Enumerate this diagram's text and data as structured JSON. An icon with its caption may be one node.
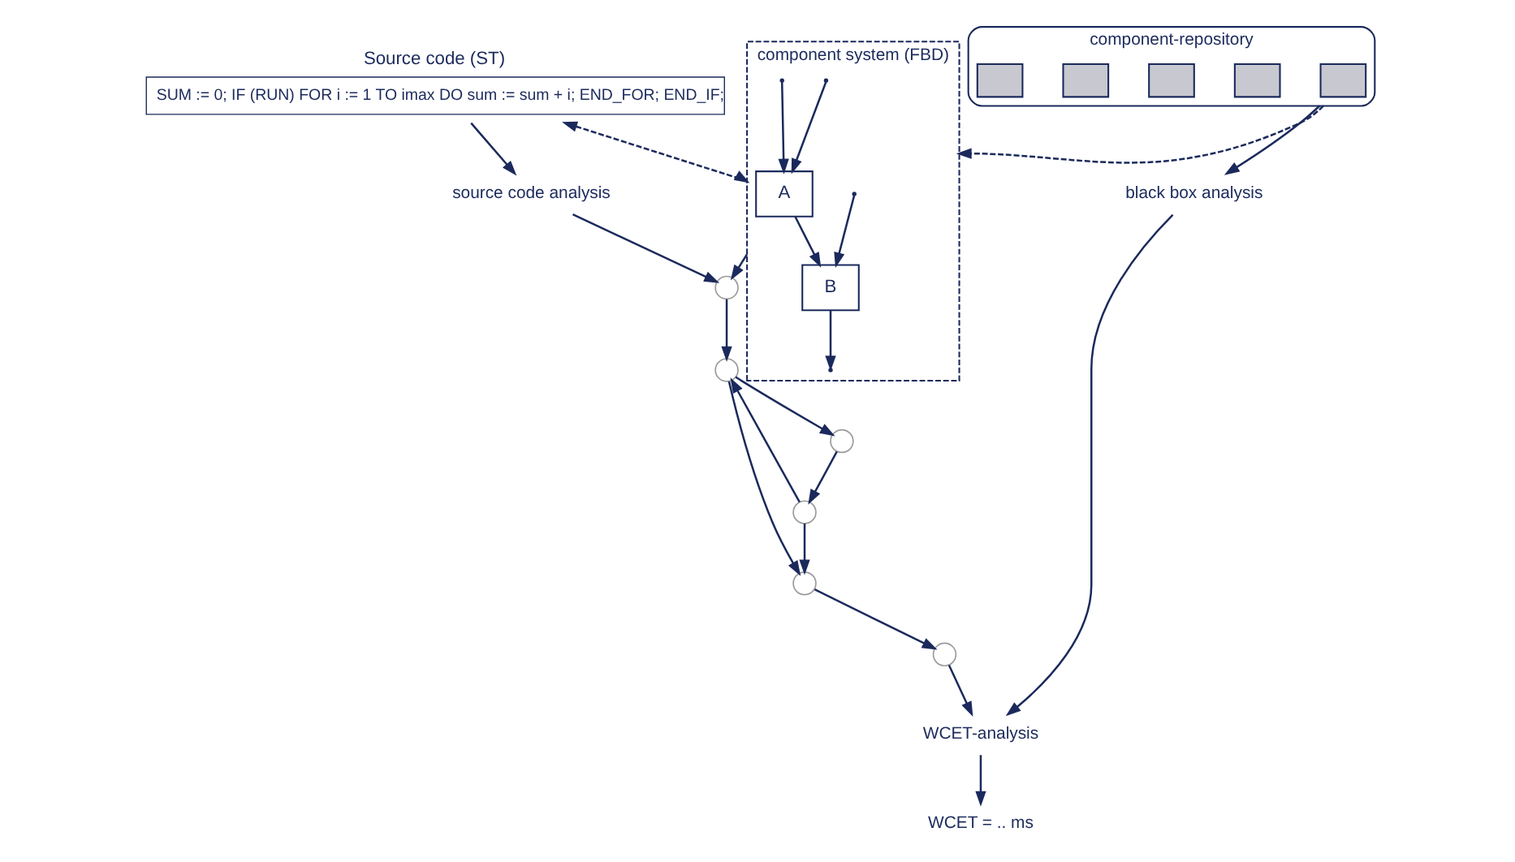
{
  "diagram": {
    "nodes": [
      {
        "text": [
          "Source code (ST)",
          "SUM := 0; IF (RUN) FOR i := 1 TO imax DO sum := sum + i; END_FOR; END_IF;"
        ]
      },
      {
        "text": [
          "component system (FBD)"
        ]
      },
      {
        "text": [
          "A"
        ],
        "in": 1
      },
      {
        "text": [
          "B"
        ],
        "in": 1
      },
      {
        "text": [
          "component-repository"
        ]
      },
      {
        "text": [],
        "shape": "box",
        "in": 4
      },
      {
        "text": [],
        "shape": "box",
        "in": 4
      },
      {
        "text": [],
        "shape": "box",
        "in": 4
      },
      {
        "text": [],
        "shape": "box",
        "in": 4
      },
      {
        "text": [],
        "shape": "box",
        "in": 4
      },
      {
        "text": [
          "source code analysis"
        ]
      },
      {
        "text": [],
        "shape": "circle"
      },
      {
        "text": [],
        "shape": "circle"
      },
      {
        "text": [],
        "shape": "circle"
      },
      {
        "text": [],
        "shape": "circle"
      },
      {
        "text": [],
        "shape": "circle"
      },
      {
        "text": [],
        "shape": "circle"
      },
      {
        "text": [
          "black box analysis"
        ]
      },
      {
        "text": [
          "WCET-analysis"
        ]
      },
      {
        "text": [
          "WCET = .. ms"
        ]
      }
    ],
    "edges": [
      {
        "from": 0,
        "to": 1,
        "arrow": "both",
        "style": "dashed"
      },
      {
        "from": 4,
        "to": 1,
        "arrow": "to",
        "style": "dashed"
      },
      {
        "from": null,
        "to": 2,
        "arrow": "to"
      },
      {
        "from": null,
        "to": 2,
        "arrow": "to"
      },
      {
        "from": null,
        "to": 3,
        "arrow": "to"
      },
      {
        "from": 2,
        "to": 3,
        "arrow": "to"
      },
      {
        "from": 3,
        "to": null,
        "arrow": "to"
      },
      {
        "from": 0,
        "to": 10,
        "arrow": "to"
      },
      {
        "from": 10,
        "to": 11,
        "arrow": "to"
      },
      {
        "from": 1,
        "to": 11,
        "arrow": "to"
      },
      {
        "from": 11,
        "to": 12,
        "arrow": "to"
      },
      {
        "from": 12,
        "to": 13,
        "arrow": "to"
      },
      {
        "from": 13,
        "to": 14,
        "arrow": "to"
      },
      {
        "from": 14,
        "to": 15,
        "arrow": "to"
      },
      {
        "from": 15,
        "to": 16,
        "arrow": "to"
      },
      {
        "from": 12,
        "to": 15,
        "arrow": "to"
      },
      {
        "from": 14,
        "to": 12,
        "arrow": "to"
      },
      {
        "from": 4,
        "to": 17,
        "arrow": "to"
      },
      {
        "from": 16,
        "to": 18,
        "arrow": "to"
      },
      {
        "from": 17,
        "to": 18,
        "arrow": "to"
      },
      {
        "from": 18,
        "to": 19,
        "arrow": "to"
      }
    ]
  }
}
